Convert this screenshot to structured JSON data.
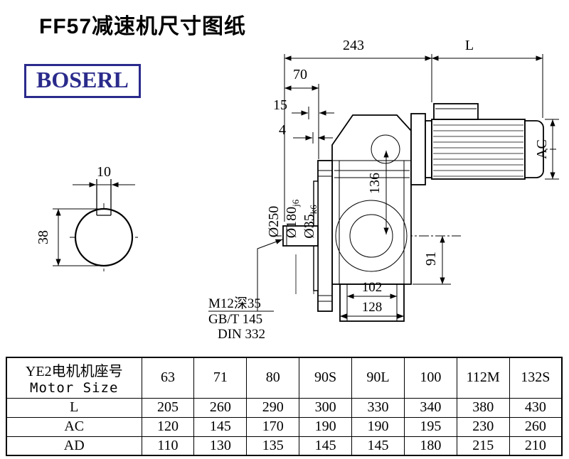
{
  "page": {
    "title": "FF57减速机尺寸图纸"
  },
  "logo": {
    "text": "BOSERL",
    "brand_color": "#2b2b8c"
  },
  "drawing": {
    "end_view": {
      "key_width": "10",
      "shaft_dia": "38"
    },
    "dims": {
      "total_length": "243",
      "motor_length": "L",
      "d70": "70",
      "d15": "15",
      "d4": "4",
      "flange_dia": "Ø250",
      "spigot_dia": "Ø180",
      "spigot_fit": "j6",
      "shaft_dia": "Ø35",
      "shaft_fit": "k6",
      "d136": "136",
      "ac": "AC",
      "d91": "91",
      "d102": "102",
      "d128": "128"
    },
    "notes": {
      "tap": "M12深35",
      "std1": "GB/T 145",
      "std2": "DIN 332"
    }
  },
  "table": {
    "header": {
      "cn": "YE2电机机座号",
      "en": "Motor Size"
    },
    "sizes": [
      "63",
      "71",
      "80",
      "90S",
      "90L",
      "100",
      "112M",
      "132S"
    ],
    "rows": [
      {
        "label": "L",
        "values": [
          "205",
          "260",
          "290",
          "300",
          "330",
          "340",
          "380",
          "430"
        ]
      },
      {
        "label": "AC",
        "values": [
          "120",
          "145",
          "170",
          "190",
          "190",
          "195",
          "230",
          "260"
        ]
      },
      {
        "label": "AD",
        "values": [
          "110",
          "130",
          "135",
          "145",
          "145",
          "180",
          "215",
          "210"
        ]
      }
    ]
  }
}
